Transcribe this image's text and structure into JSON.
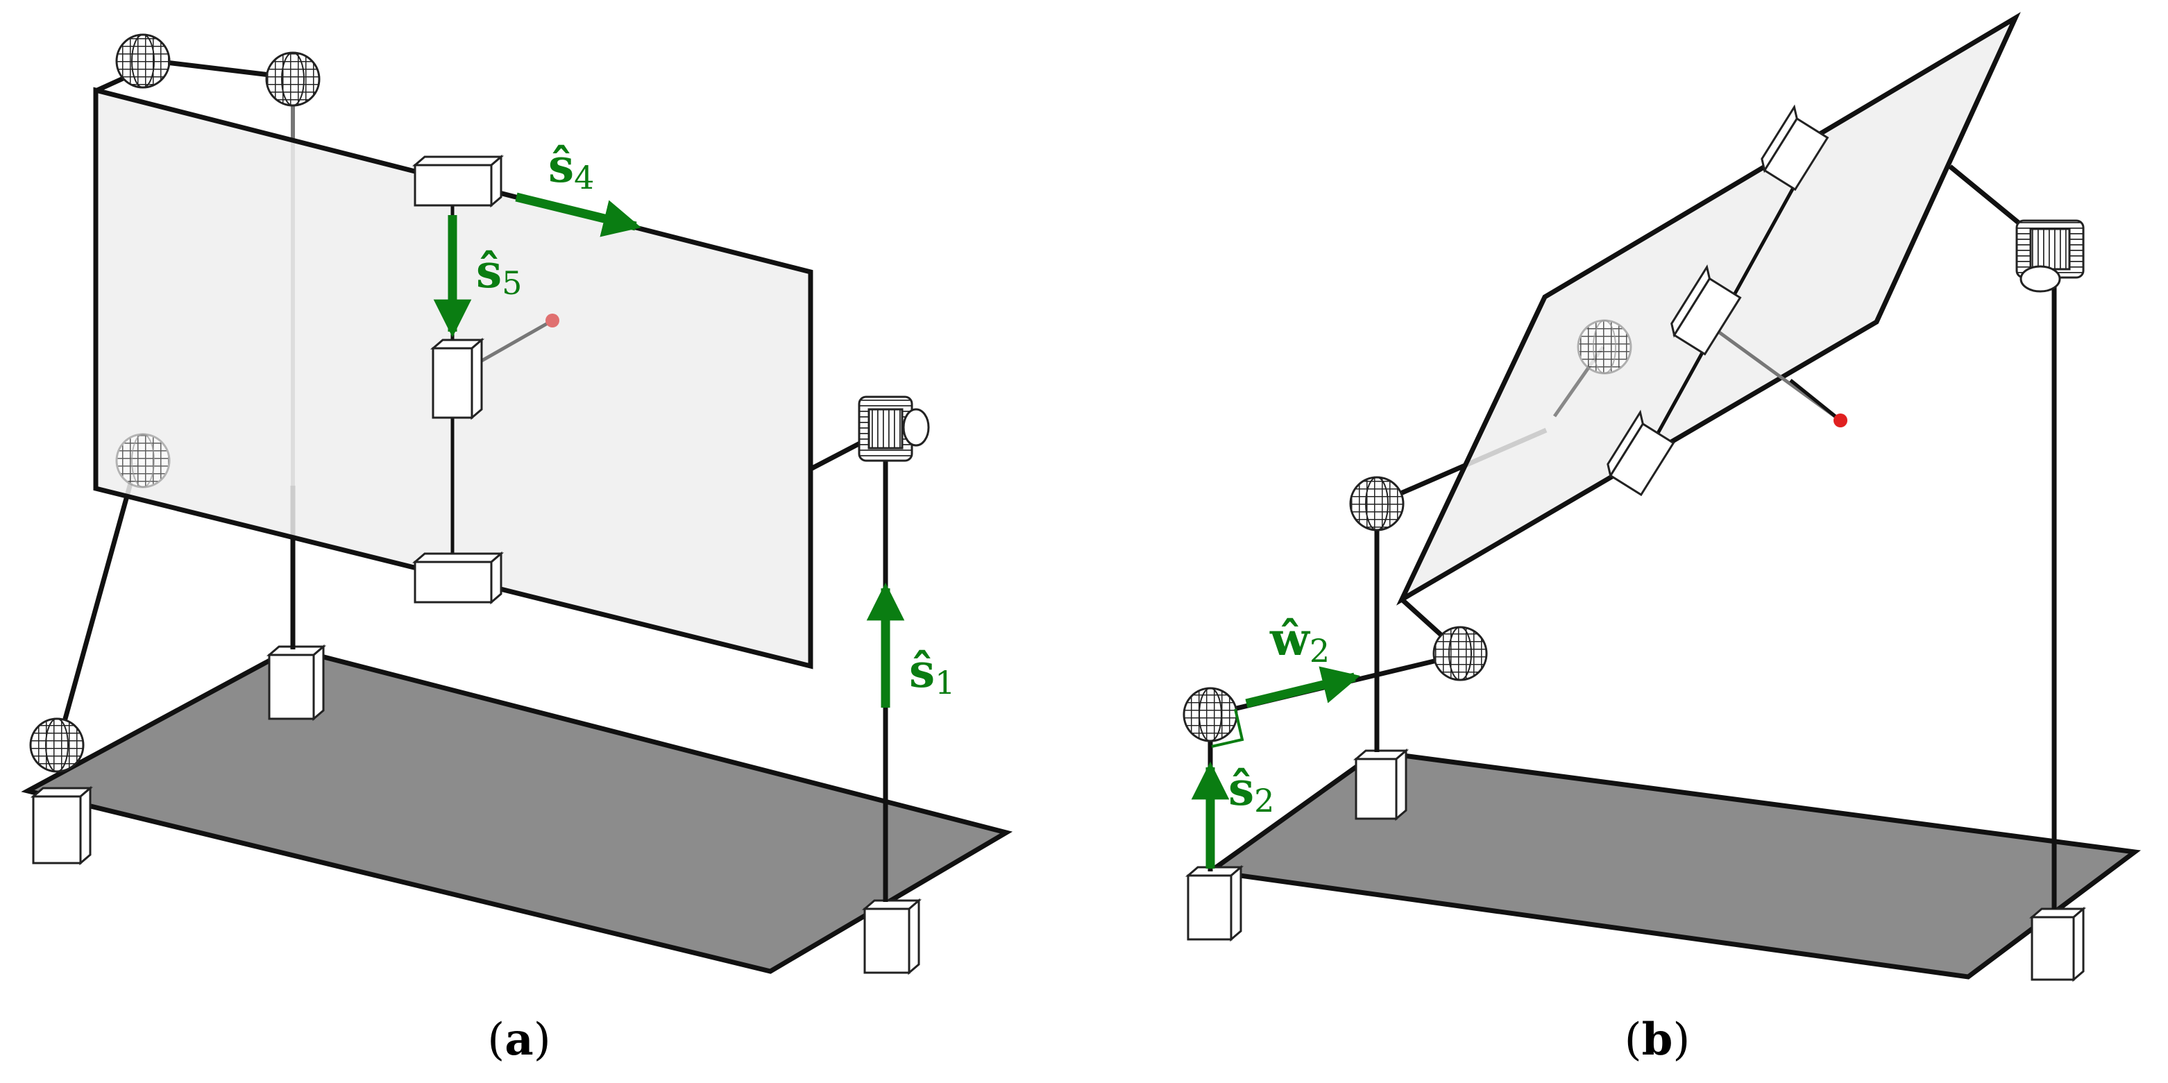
{
  "colors": {
    "vector": "#0a7d12",
    "plate": "#eeeeee",
    "base": "#8c8c8c",
    "link": "#111111",
    "point": "#e02020"
  },
  "panel_a": {
    "caption_open": "(",
    "caption_letter": "a",
    "caption_close": ")",
    "vectors": [
      {
        "symbol": "ŝ",
        "subscript": "4"
      },
      {
        "symbol": "ŝ",
        "subscript": "5"
      },
      {
        "symbol": "ŝ",
        "subscript": "1"
      }
    ]
  },
  "panel_b": {
    "caption_open": "(",
    "caption_letter": "b",
    "caption_close": ")",
    "vectors": [
      {
        "symbol": "ŵ",
        "subscript": "2"
      },
      {
        "symbol": "ŝ",
        "subscript": "2"
      }
    ]
  },
  "joint_icons": [
    "spherical-joint-icon",
    "universal-joint-icon",
    "prismatic-joint-icon",
    "fixed-base-icon"
  ]
}
